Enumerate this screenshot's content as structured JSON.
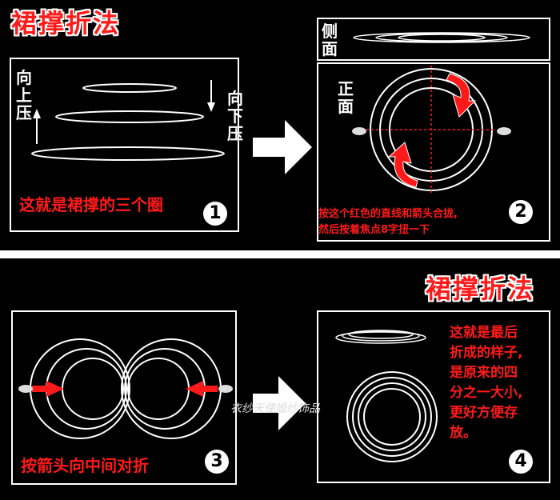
{
  "panel1": {
    "title": "裙撑折法",
    "up_press": [
      "向",
      "上",
      "压"
    ],
    "down_press": [
      "向",
      "下",
      "压"
    ],
    "caption": "这就是裙撑的三个圈",
    "number": "1"
  },
  "panel2": {
    "side_label": [
      "侧",
      "面"
    ],
    "front_label": [
      "正",
      "面"
    ],
    "caption_line1": "按这个红色的直线和箭头合拢,",
    "caption_line2": "然后按着焦点8字扭一下",
    "number": "2"
  },
  "panel3": {
    "caption": "按箭头向中间对折",
    "number": "3"
  },
  "panel4": {
    "title": "裙撑折法",
    "caption_lines": [
      "这就是最后",
      "折成的样子,",
      "是原来的四",
      "分之一大小,",
      "更好方便存",
      "放。"
    ],
    "number": "4"
  },
  "watermark": "衣纱天使婚纱饰品",
  "colors": {
    "accent_red": "#ff1a1a",
    "line_white": "#ffffff",
    "background": "#000000"
  }
}
